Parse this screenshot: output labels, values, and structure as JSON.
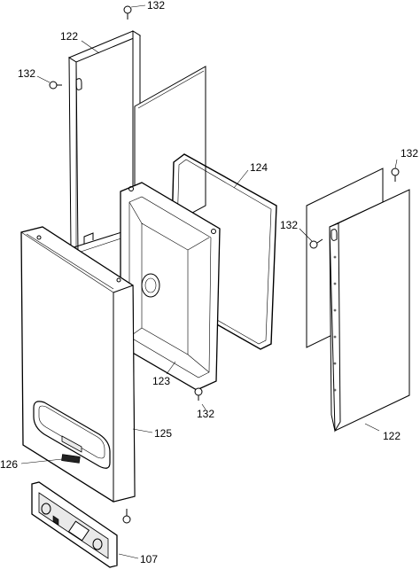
{
  "callouts": {
    "screw_top": "132",
    "left_panel": "122",
    "screw_left": "132",
    "seal": "124",
    "screw_right_top": "132",
    "screw_right_mid": "132",
    "front_cover": "125",
    "chassis": "123",
    "screw_bottom": "132",
    "right_panel": "122",
    "badge": "126",
    "control_facia": "107"
  },
  "parts": [
    {
      "ref": "107",
      "name": "control-facia"
    },
    {
      "ref": "122",
      "name": "side-panel"
    },
    {
      "ref": "123",
      "name": "combustion-chamber-case"
    },
    {
      "ref": "124",
      "name": "case-seal"
    },
    {
      "ref": "125",
      "name": "front-cover"
    },
    {
      "ref": "126",
      "name": "badge"
    },
    {
      "ref": "132",
      "name": "screw"
    }
  ]
}
